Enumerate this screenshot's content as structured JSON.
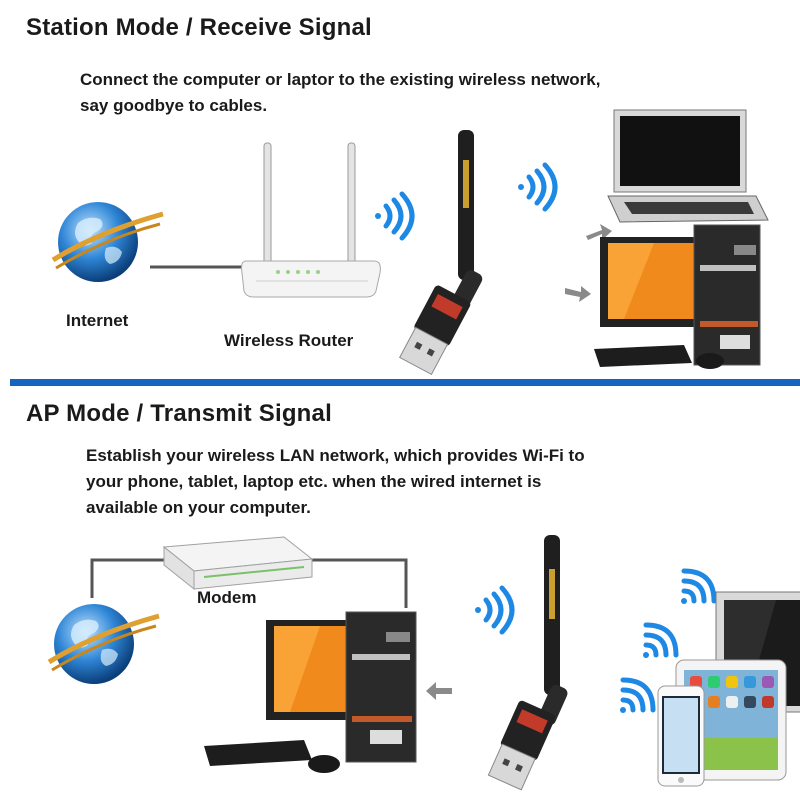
{
  "station": {
    "title": "Station Mode / Receive Signal",
    "desc_line1": "Connect the computer or laptor to the existing wireless network,",
    "desc_line2": "say goodbye to cables.",
    "label_internet": "Internet",
    "label_router": "Wireless Router"
  },
  "ap": {
    "title": "AP Mode / Transmit Signal",
    "desc_line1": "Establish your wireless LAN network, which provides Wi-Fi to",
    "desc_line2": "your phone, tablet, laptop etc. when the wired internet is",
    "desc_line3": "available on your computer.",
    "label_modem": "Modem"
  },
  "colors": {
    "divider": "#1565c0",
    "wifi": "#1e88e5",
    "monitor_screen": "#f08a1c",
    "dark": "#1a1a1a"
  }
}
